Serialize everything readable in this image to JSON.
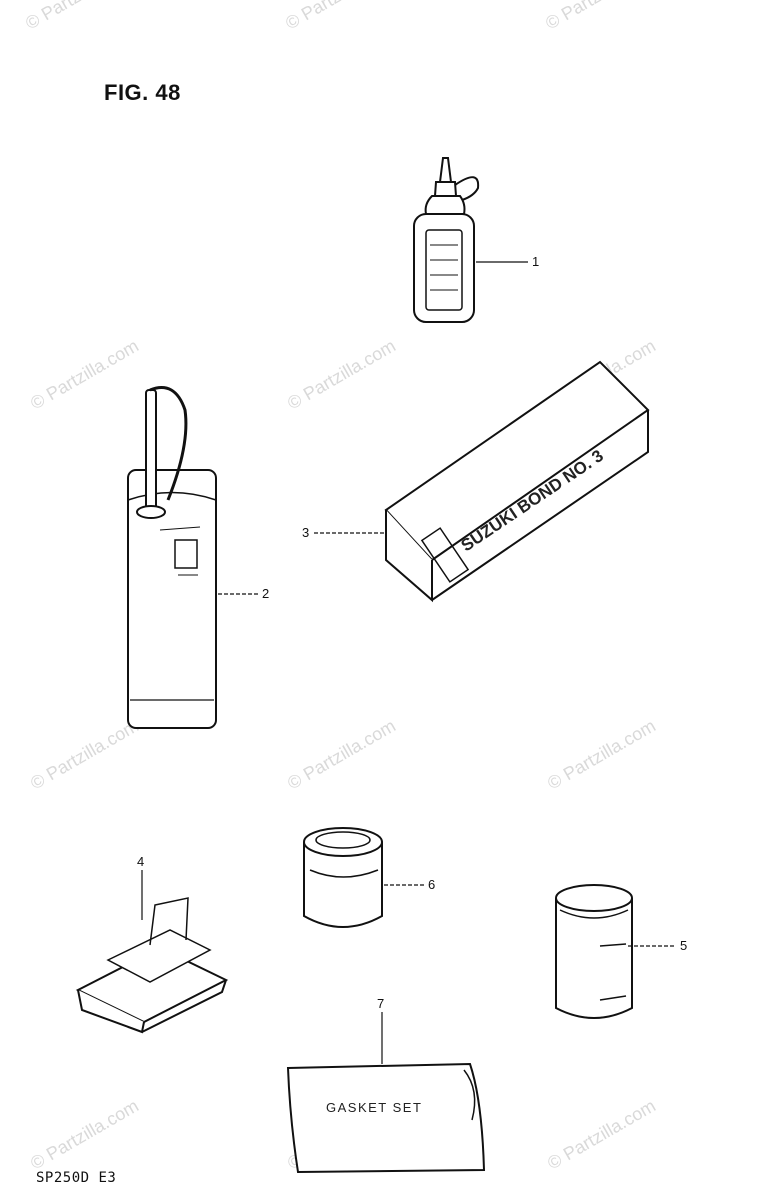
{
  "figure": {
    "title": "FIG. 48",
    "footer_code": "SP250D E3"
  },
  "watermark": {
    "text": "© Partzilla.com"
  },
  "parts": [
    {
      "callout": "1",
      "name": "oil-bottle"
    },
    {
      "callout": "2",
      "name": "oil-can"
    },
    {
      "callout": "3",
      "name": "bond-package",
      "package_text": "SUZUKI BOND NO. 3"
    },
    {
      "callout": "4",
      "name": "small-case"
    },
    {
      "callout": "5",
      "name": "tall-tin"
    },
    {
      "callout": "6",
      "name": "small-tin"
    },
    {
      "callout": "7",
      "name": "gasket-set",
      "package_text": "GASKET SET"
    }
  ]
}
